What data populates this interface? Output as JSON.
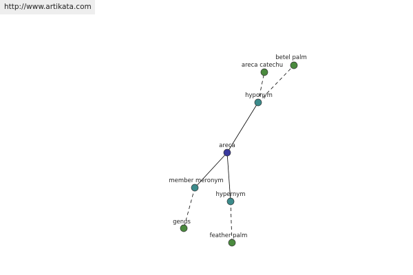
{
  "header": {
    "url": "http://www.artikata.com"
  },
  "colors": {
    "center_node": "#3a3a9e",
    "relation_node": "#3b8b8b",
    "word_node": "#4a8a3e",
    "edge": "#000000"
  },
  "graph": {
    "center": "areca",
    "relations": [
      {
        "label": "hyponym",
        "targets": [
          "areca catechu",
          "betel palm"
        ]
      },
      {
        "label": "member meronym",
        "targets": [
          "genus"
        ]
      },
      {
        "label": "hypernym",
        "targets": [
          "feather palm"
        ]
      }
    ]
  }
}
